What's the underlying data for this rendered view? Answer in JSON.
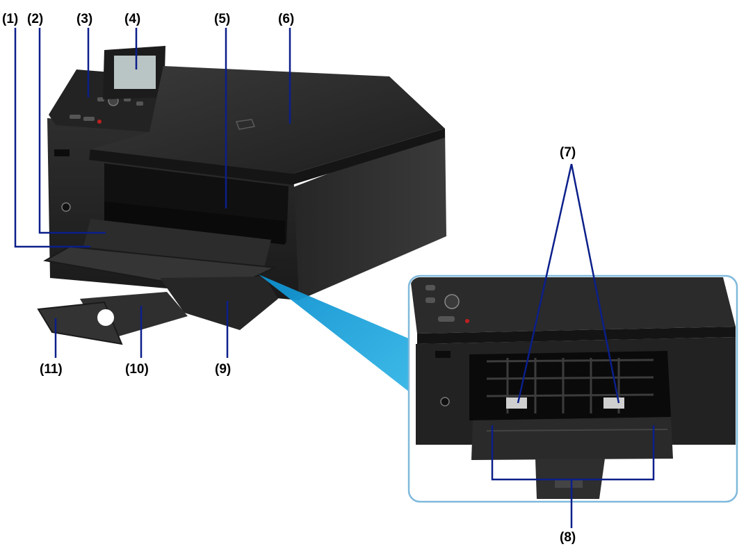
{
  "diagram": {
    "subject": "printer-front-view",
    "callouts": [
      {
        "id": "c1",
        "label": "(1)"
      },
      {
        "id": "c2",
        "label": "(2)"
      },
      {
        "id": "c3",
        "label": "(3)"
      },
      {
        "id": "c4",
        "label": "(4)"
      },
      {
        "id": "c5",
        "label": "(5)"
      },
      {
        "id": "c6",
        "label": "(6)"
      },
      {
        "id": "c7",
        "label": "(7)"
      },
      {
        "id": "c8",
        "label": "(8)"
      },
      {
        "id": "c9",
        "label": "(9)"
      },
      {
        "id": "c10",
        "label": "(10)"
      },
      {
        "id": "c11",
        "label": "(11)"
      }
    ],
    "colors": {
      "printer_body": "#2b2b2b",
      "printer_dark": "#141414",
      "leader_line": "#0b1f8a",
      "inset_border": "#7fb9dc",
      "zoom_beam": "#1fa3d9",
      "lcd_screen": "#b9c4c4"
    }
  }
}
